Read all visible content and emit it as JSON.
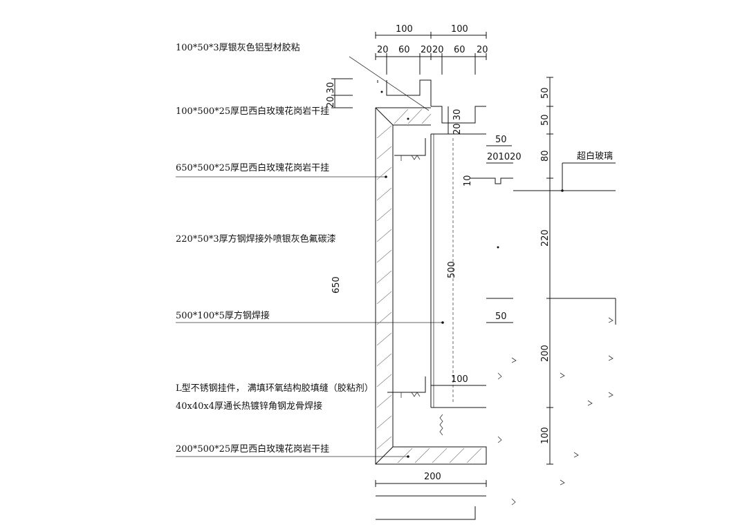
{
  "labels": {
    "l1": "100*50*3厚银灰色铝型材胶粘",
    "l2": "100*500*25厚巴西白玫瑰花岗岩干挂",
    "l3": "650*500*25厚巴西白玫瑰花岗岩干挂",
    "l4": "220*50*3厚方钢焊接外喷银灰色氟碳漆",
    "l5": "500*100*5厚方钢焊接",
    "l6a": "L型不锈钢挂件， 满填环氧结构胶填缝（胶粘剂）",
    "l6b": "40x40x4厚通长热镀锌角钢龙骨焊接",
    "l7": "200*500*25厚巴西白玫瑰花岗岩干挂",
    "glass": "超白玻璃"
  },
  "dims": {
    "top100a": "100",
    "top100b": "100",
    "d20a": "20",
    "d60a": "60",
    "d20b": "20",
    "d20c": "20",
    "d60b": "60",
    "d20d": "20",
    "left2030": "20 30",
    "mid2030": "20 30",
    "d50": "50",
    "d201020": "201020",
    "d10": "10",
    "h650": "650",
    "h500": "500",
    "d100mid": "100",
    "d50b": "50",
    "bot200": "200",
    "r50a": "50",
    "r50b": "50",
    "r80": "80",
    "r220": "220",
    "r200": "200",
    "r100": "100"
  }
}
